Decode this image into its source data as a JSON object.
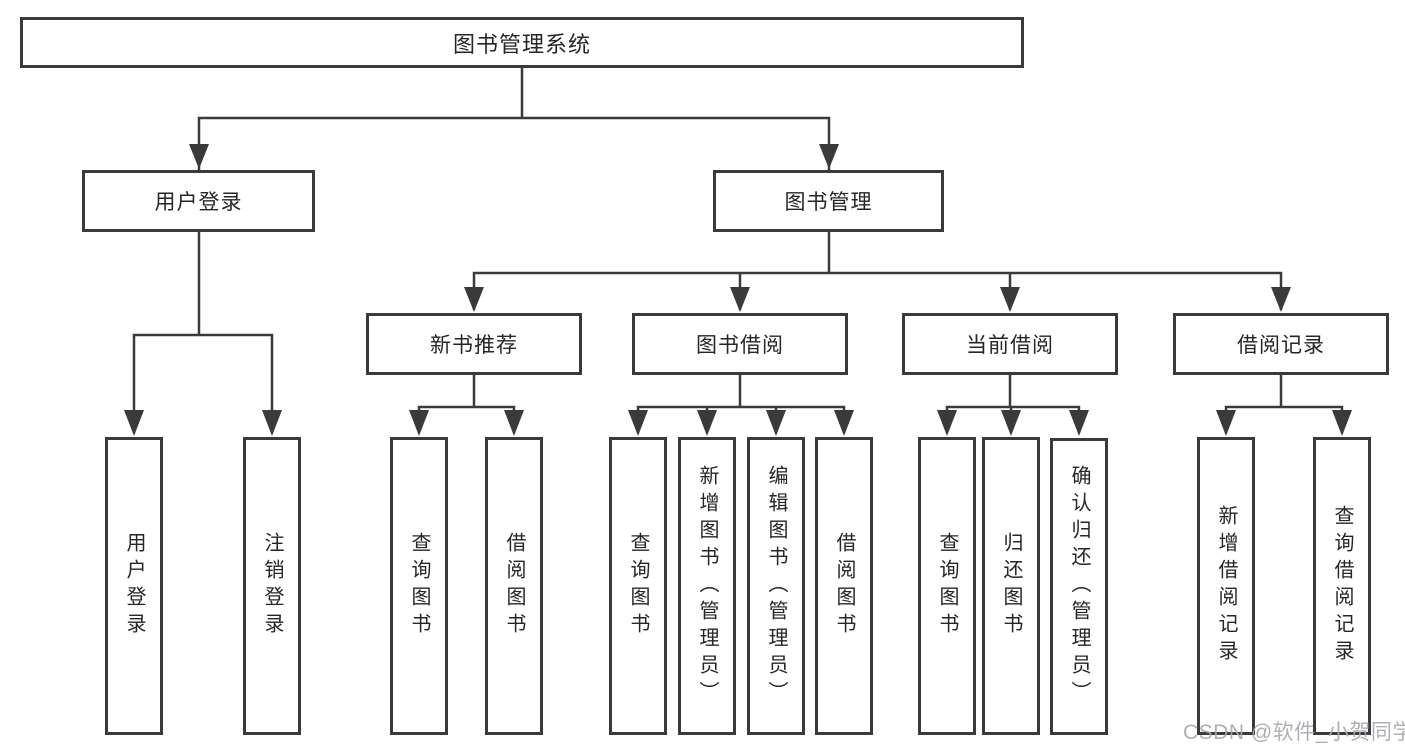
{
  "tree": {
    "root": "图书管理系统",
    "branches": [
      {
        "label": "用户登录",
        "children": [
          "用户登录",
          "注销登录"
        ]
      },
      {
        "label": "图书管理",
        "children": [
          {
            "label": "新书推荐",
            "children": [
              "查询图书",
              "借阅图书"
            ]
          },
          {
            "label": "图书借阅",
            "children": [
              "查询图书",
              "新增图书（管理员）",
              "编辑图书（管理员）",
              "借阅图书"
            ]
          },
          {
            "label": "当前借阅",
            "children": [
              "查询图书",
              "归还图书",
              "确认归还（管理员）"
            ]
          },
          {
            "label": "借阅记录",
            "children": [
              "新增借阅记录",
              "查询借阅记录"
            ]
          }
        ]
      }
    ]
  },
  "watermark": "CSDN @软件_小贺同学",
  "colors": {
    "line": "#3a3a3a",
    "text": "#262626",
    "watermark": "#a8a8af",
    "background": "#ffffff"
  }
}
